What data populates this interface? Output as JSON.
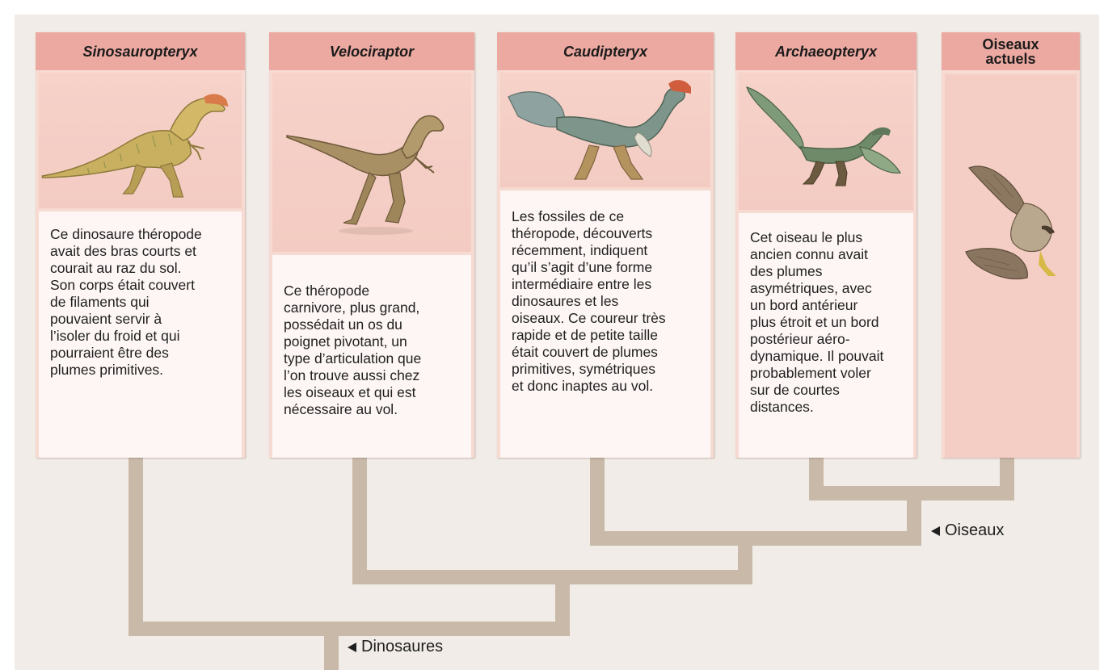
{
  "columns": [
    {
      "name": "Sinosauropteryx",
      "description": "Ce dinosaure théropode\navait des bras courts et\ncourait au raz du sol.\nSon corps était couvert\nde filaments qui\npouvaient servir à\nl’isoler du froid et qui\npourraient être des\nplumes primitives."
    },
    {
      "name": "Velociraptor",
      "description": "Ce théropode\ncarnivore, plus grand,\npossédait un os du\npoignet pivotant, un\ntype d’articulation que\nl’on trouve aussi chez\nles oiseaux et qui est\nnécessaire au vol."
    },
    {
      "name": "Caudipteryx",
      "description": "Les fossiles de ce\nthéropode, découverts\nrécemment, indiquent\nqu’il s’agit d’une forme\nintermédiaire entre les\ndinosaures et les\noiseaux. Ce coureur très\nrapide et de petite taille\nétait couvert de plumes\nprimitives, symétriques\net donc inaptes au vol."
    },
    {
      "name": "Archaeopteryx",
      "description": "Cet oiseau le plus\nancien connu avait\ndes plumes\nasymétriques, avec\nun bord antérieur\nplus étroit et un bord\npostérieur aéro-\ndynamique. Il pouvait\nprobablement voler\nsur de courtes\ndistances."
    },
    {
      "name": "Oiseaux\nactuels",
      "description": ""
    }
  ],
  "clades": {
    "dinosaures": "Dinosaures",
    "oiseaux": "Oiseaux"
  },
  "colors": {
    "header": "#eca9a1",
    "panel": "#f7dad2",
    "text_box": "#fdf6f4",
    "branch": "#c8b9a8",
    "background": "#f1ece7"
  },
  "icons": [
    "dinosaur-illustration",
    "velociraptor-illustration",
    "caudipteryx-illustration",
    "archaeopteryx-illustration",
    "hawk-illustration",
    "left-triangle-icon"
  ]
}
